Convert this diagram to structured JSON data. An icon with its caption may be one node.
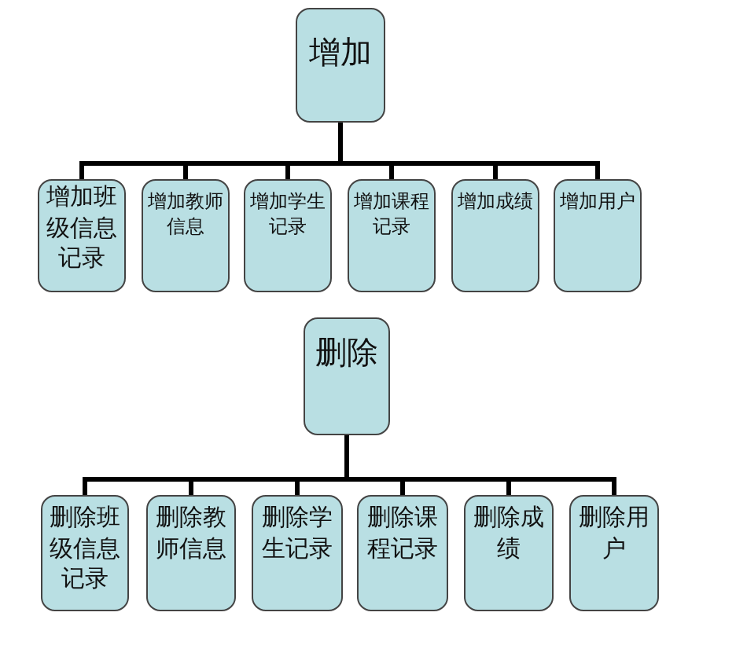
{
  "diagram": {
    "nodes": [
      {
        "text": [
          "增加"
        ]
      },
      {
        "text": [
          "增加班级信息记录"
        ]
      },
      {
        "text": [
          "增加教师信息"
        ]
      },
      {
        "text": [
          "增加学生记录"
        ]
      },
      {
        "text": [
          "增加课程记录"
        ]
      },
      {
        "text": [
          "增加成绩"
        ]
      },
      {
        "text": [
          "增加用户"
        ]
      },
      {
        "text": [
          "删除"
        ]
      },
      {
        "text": [
          "删除班级信息记录"
        ]
      },
      {
        "text": [
          "删除教师信息"
        ]
      },
      {
        "text": [
          "删除学生记录"
        ]
      },
      {
        "text": [
          "删除课程记录"
        ]
      },
      {
        "text": [
          "删除成绩"
        ]
      },
      {
        "text": [
          "删除用户"
        ]
      }
    ],
    "edges": [
      {
        "from": 0,
        "to": 1,
        "arrow": "none"
      },
      {
        "from": 0,
        "to": 2,
        "arrow": "none"
      },
      {
        "from": 0,
        "to": 3,
        "arrow": "none"
      },
      {
        "from": 0,
        "to": 4,
        "arrow": "none"
      },
      {
        "from": 0,
        "to": 5,
        "arrow": "none"
      },
      {
        "from": 0,
        "to": 6,
        "arrow": "none"
      },
      {
        "from": 7,
        "to": 8,
        "arrow": "none"
      },
      {
        "from": 7,
        "to": 9,
        "arrow": "none"
      },
      {
        "from": 7,
        "to": 10,
        "arrow": "none"
      },
      {
        "from": 7,
        "to": 11,
        "arrow": "none"
      },
      {
        "from": 7,
        "to": 12,
        "arrow": "none"
      },
      {
        "from": 7,
        "to": 13,
        "arrow": "none"
      }
    ]
  }
}
